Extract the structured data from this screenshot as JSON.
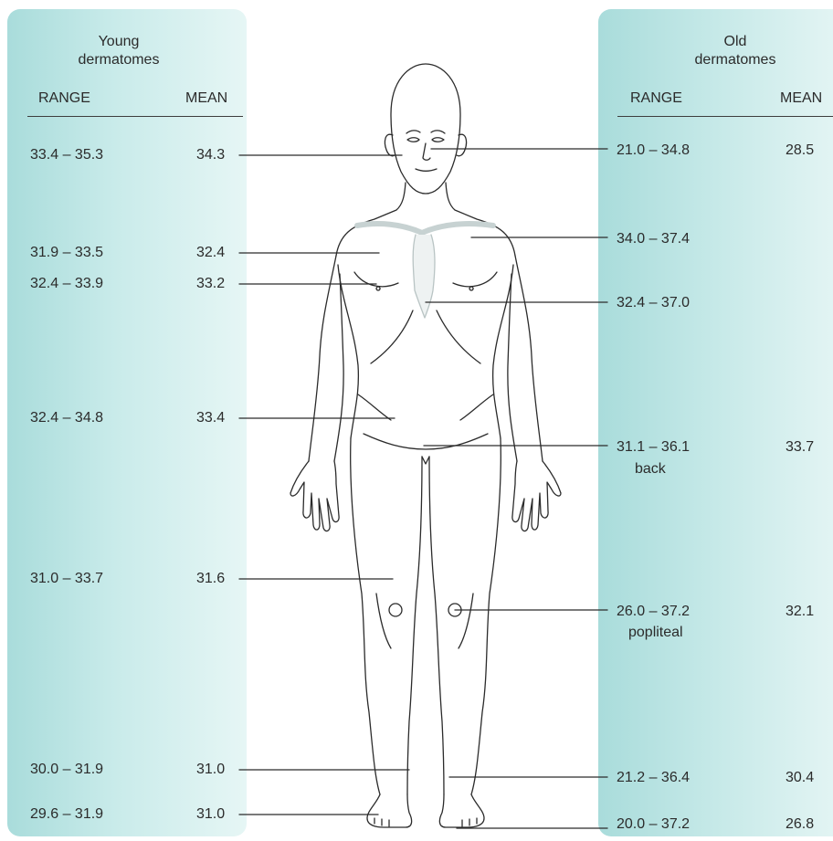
{
  "left_panel": {
    "title_line1": "Young",
    "title_line2": "dermatomes",
    "range_header": "RANGE",
    "mean_header": "MEAN",
    "rows": [
      {
        "range": "33.4 – 35.3",
        "mean": "34.3"
      },
      {
        "range": "31.9 – 33.5",
        "mean": "32.4"
      },
      {
        "range": "32.4 – 33.9",
        "mean": "33.2"
      },
      {
        "range": "32.4 – 34.8",
        "mean": "33.4"
      },
      {
        "range": "31.0 – 33.7",
        "mean": "31.6"
      },
      {
        "range": "30.0 – 31.9",
        "mean": "31.0"
      },
      {
        "range": "29.6 – 31.9",
        "mean": "31.0"
      }
    ]
  },
  "right_panel": {
    "title_line1": "Old",
    "title_line2": "dermatomes",
    "range_header": "RANGE",
    "mean_header": "MEAN",
    "rows": [
      {
        "range": "21.0 – 34.8",
        "mean": "28.5",
        "note": ""
      },
      {
        "range": "34.0 – 37.4",
        "mean": "",
        "note": ""
      },
      {
        "range": "32.4 – 37.0",
        "mean": "",
        "note": ""
      },
      {
        "range": "31.1 – 36.1",
        "mean": "33.7",
        "note": "back"
      },
      {
        "range": "26.0 – 37.2",
        "mean": "32.1",
        "note": "popliteal"
      },
      {
        "range": "21.2 – 36.4",
        "mean": "30.4",
        "note": ""
      },
      {
        "range": "20.0 – 37.2",
        "mean": "26.8",
        "note": ""
      }
    ]
  },
  "colors": {
    "panel_teal": "#a9dcdb",
    "line": "#2b2b2b",
    "clavicle_fill": "#e8eeee"
  }
}
